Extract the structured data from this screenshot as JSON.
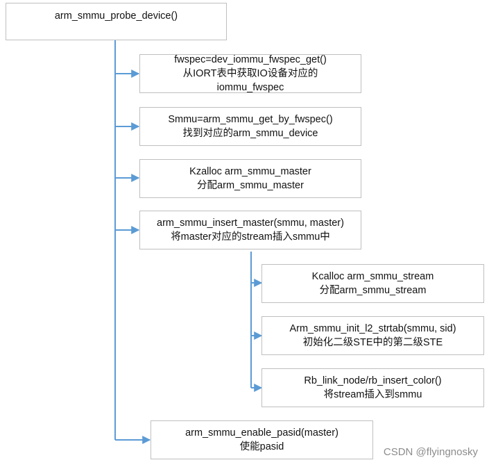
{
  "root": {
    "label": "arm_smmu_probe_device()"
  },
  "steps": [
    {
      "lines": [
        "fwspec=dev_iommu_fwspec_get()",
        "从IORT表中获取IO设备对应的",
        "iommu_fwspec"
      ]
    },
    {
      "lines": [
        "Smmu=arm_smmu_get_by_fwspec()",
        "找到对应的arm_smmu_device"
      ]
    },
    {
      "lines": [
        "Kzalloc arm_smmu_master",
        "分配arm_smmu_master"
      ]
    },
    {
      "lines": [
        "arm_smmu_insert_master(smmu, master)",
        "将master对应的stream插入smmu中"
      ]
    },
    {
      "lines": [
        "Kcalloc arm_smmu_stream",
        "分配arm_smmu_stream"
      ]
    },
    {
      "lines": [
        "Arm_smmu_init_l2_strtab(smmu, sid)",
        "初始化二级STE中的第二级STE"
      ]
    },
    {
      "lines": [
        "Rb_link_node/rb_insert_color()",
        "将stream插入到smmu"
      ]
    },
    {
      "lines": [
        "arm_smmu_enable_pasid(master)",
        "使能pasid"
      ]
    }
  ],
  "watermark": "CSDN @flyingnosky",
  "colors": {
    "connector": "#5b9bd5",
    "border": "#bfbfbf"
  }
}
